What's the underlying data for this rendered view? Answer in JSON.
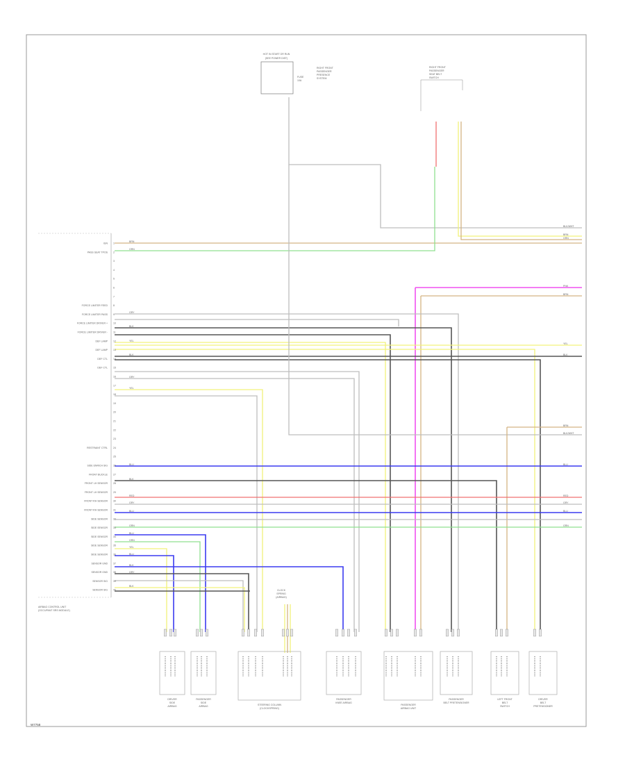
{
  "diagram": {
    "footer_code": "W7758",
    "module": {
      "title_line1": "AIRBAG CONTROL UNIT",
      "title_line2": "(OCCUPANT SRS MODULE)",
      "pins": [
        "IGN",
        "PASS SEAT TPOS",
        "",
        "",
        "",
        "",
        "",
        "FORCE LIMITER FEED",
        "FORCE LIMITER PASS",
        "FORCE LIMITER DRIVER +",
        "FORCE LIMITER DRIVER -",
        "DEF LAMP",
        "DEF LAMP",
        "DEF CTL",
        "DEF CTL",
        "",
        "",
        "",
        "",
        "",
        "",
        "",
        "",
        "RESTRAINT CTRL",
        "",
        "SIDE ENRICH SIG",
        "FRONT BUCKLE",
        "FRONT LH SENSOR",
        "FRONT LH SENSOR",
        "FRONT RH SENSOR",
        "FRONT RH SENSOR",
        "SIDE SENSOR",
        "SIDE SENSOR",
        "SIDE SENSOR",
        "SIDE SENSOR",
        "SIDE SENSOR",
        "SENSOR GND",
        "SENSOR GND",
        "SENSOR SIG",
        "SENSOR SIG"
      ]
    },
    "top_components": {
      "left_title": "HOT IN START OR RUN",
      "left_sub": "(SEE POWER DIST)",
      "left_box_text": [
        "FUSE",
        "10A"
      ],
      "left_side_note": [
        "RIGHT FRONT",
        "PASSENGER",
        "PRESENCE",
        "SYSTEM"
      ],
      "right_title": [
        "RIGHT FRONT",
        "PASSENGER",
        "SEAT BELT",
        "SWITCH"
      ]
    },
    "right_labels": [
      "BLK/WHT",
      "BRN",
      "GRN",
      "PNK",
      "BRN",
      "YEL",
      "BLK",
      "BRN",
      "BLK/WHT",
      "BLU",
      "RED",
      "GRY",
      "BLU",
      "GRN"
    ],
    "wire_labels": [
      "BRN",
      "GRN",
      "GRY",
      "BLK",
      "YEL",
      "BLK",
      "GRY",
      "YEL",
      "BLU",
      "BLK",
      "RED",
      "GRY",
      "BLU",
      "GRN",
      "BLU",
      "GRN",
      "YEL",
      "BLU",
      "BLK",
      "GRY",
      "BLK"
    ],
    "connectors": [
      {
        "label": [
          "DRIVER",
          "SIDE",
          "AIRBAG"
        ]
      },
      {
        "label": [
          "PASSENGER",
          "SIDE",
          "AIRBAG"
        ]
      },
      {
        "label": [
          "STEERING COLUMN",
          "(CLOCKSPRING)"
        ]
      },
      {
        "label": [
          "PASSENGER",
          "KNEE AIRBAG"
        ]
      },
      {
        "label": [
          "PASSENGER",
          "AIRBAG UNIT"
        ]
      },
      {
        "label": [
          "PASSENGER",
          "BELT PRETENSIONER"
        ]
      },
      {
        "label": [
          "LEFT FRONT",
          "BELT",
          "SWITCH"
        ]
      },
      {
        "label": [
          "DRIVER",
          "BELT",
          "PRETENSIONER"
        ]
      }
    ],
    "clock_spring_label": [
      "CLOCK",
      "SPRING",
      "(AIRBAG)"
    ],
    "colors": {
      "brn": "#d4b483",
      "grn": "#8fe08f",
      "yel": "#f2f27a",
      "blu": "#3a3af0",
      "red": "#f07070",
      "pnk": "#f050f0",
      "gry": "#bdbdbd",
      "blk": "#555555",
      "frame": "#999999"
    }
  }
}
